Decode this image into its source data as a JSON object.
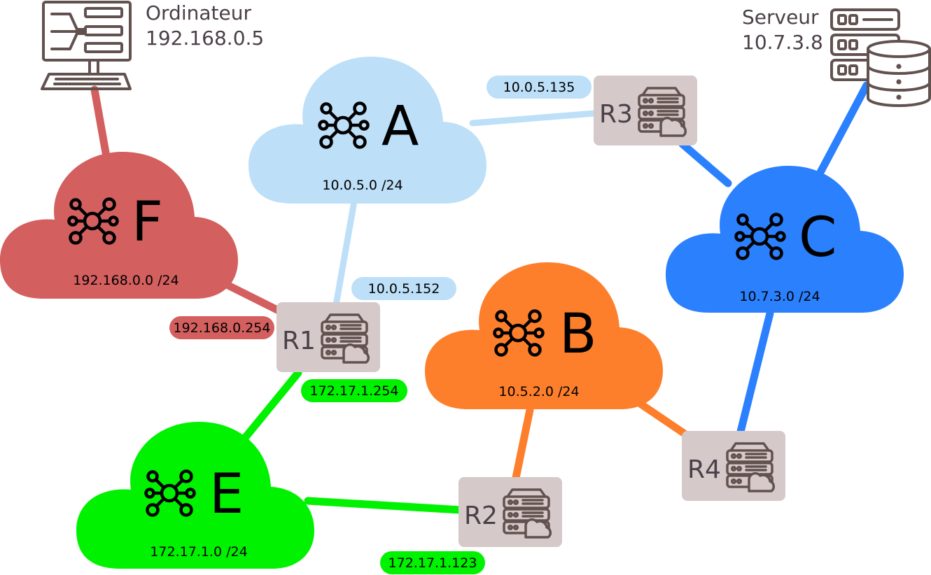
{
  "colors": {
    "net_a": "#bddff8",
    "net_b": "#fd7f2b",
    "net_c": "#2b80fd",
    "net_e": "#00f200",
    "net_f": "#d35f5f",
    "router_bg": "#d5c9c9",
    "icon_stroke": "#62524f",
    "text": "#000000"
  },
  "computer": {
    "name": "Ordinateur",
    "ip": "192.168.0.5",
    "icon": "computer-icon"
  },
  "server": {
    "name": "Serveur",
    "ip": "10.7.3.8",
    "icon": "server-database-icon"
  },
  "networks": {
    "a": {
      "letter": "A",
      "subnet": "10.0.5.0 /24",
      "icon": "network-hub-icon"
    },
    "b": {
      "letter": "B",
      "subnet": "10.5.2.0 /24",
      "icon": "network-hub-icon"
    },
    "c": {
      "letter": "C",
      "subnet": "10.7.3.0 /24",
      "icon": "network-hub-icon"
    },
    "e": {
      "letter": "E",
      "subnet": "172.17.1.0 /24",
      "icon": "network-hub-icon"
    },
    "f": {
      "letter": "F",
      "subnet": "192.168.0.0 /24",
      "icon": "network-hub-icon"
    }
  },
  "routers": {
    "r1": {
      "label": "R1",
      "icon": "router-server-icon"
    },
    "r2": {
      "label": "R2",
      "icon": "router-server-icon"
    },
    "r3": {
      "label": "R3",
      "icon": "router-server-icon"
    },
    "r4": {
      "label": "R4",
      "icon": "router-server-icon"
    }
  },
  "ip_labels": {
    "r3_a": "10.0.5.135",
    "r1_a": "10.0.5.152",
    "r1_f": "192.168.0.254",
    "r1_e": "172.17.1.254",
    "r2_e": "172.17.1.123"
  }
}
